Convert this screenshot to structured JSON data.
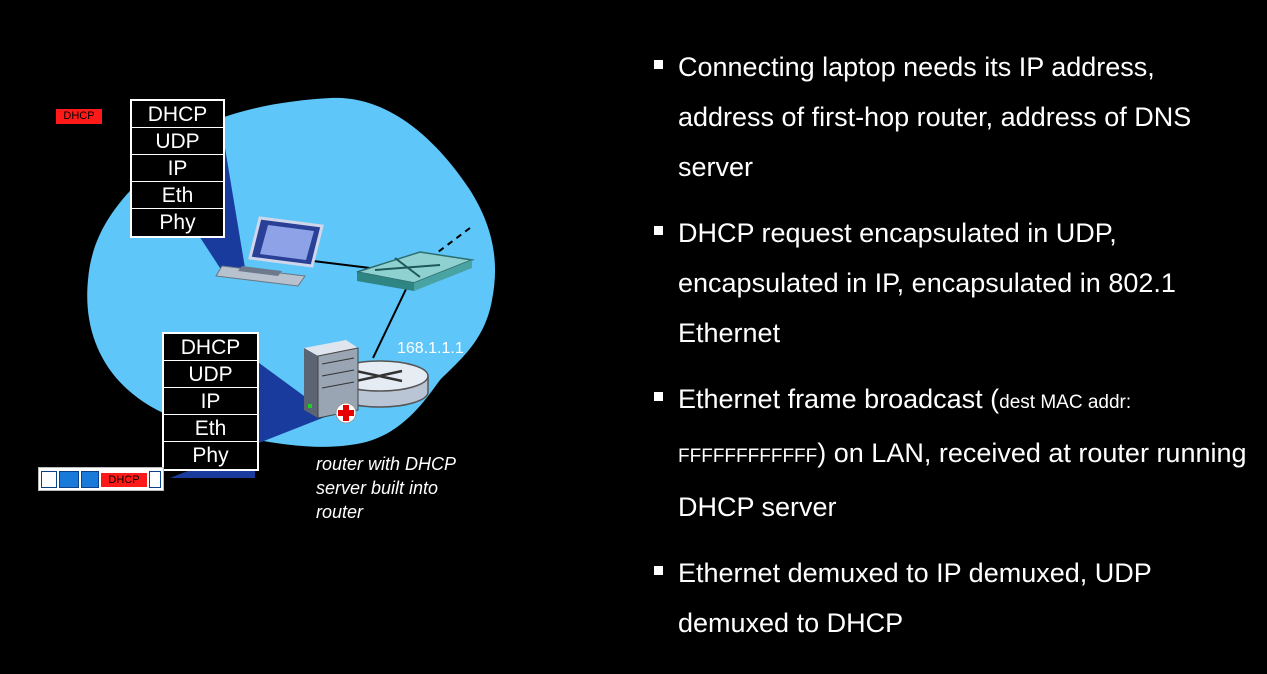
{
  "diagram": {
    "laptop_stack": [
      "DHCP",
      "UDP",
      "IP",
      "Eth",
      "Phy"
    ],
    "router_stack": [
      "DHCP",
      "UDP",
      "IP",
      "Eth",
      "Phy"
    ],
    "message_tag": "DHCP",
    "frame_tag": "DHCP",
    "router_ip": "168.1.1.1",
    "router_caption": [
      "router with DHCP",
      "server built into",
      "router"
    ],
    "colors": {
      "cloud": "#5ec6f8",
      "tag": "#ff1a1a",
      "frame_block": "#1a7ad9"
    }
  },
  "bullets": [
    {
      "text": "Connecting laptop needs its IP address, address of first-hop router, address of DNS server"
    },
    {
      "text": "DHCP request encapsulated in UDP, encapsulated in IP, encapsulated in 802.1 Ethernet"
    },
    {
      "pre": "Ethernet frame broadcast (",
      "small": "dest MAC addr: FFFFFFFFFFFF",
      "post": ") on LAN, received at router running DHCP server"
    },
    {
      "text": "Ethernet demuxed to IP demuxed, UDP demuxed to DHCP"
    }
  ]
}
